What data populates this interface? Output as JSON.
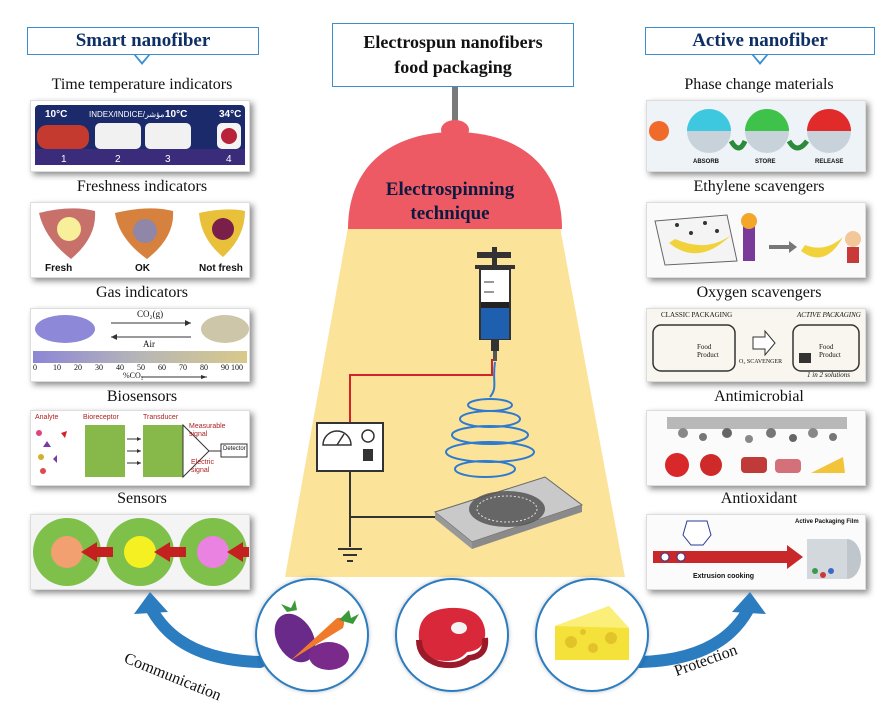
{
  "title": "Electrospun nanofibers food packaging",
  "title_line1": "Electrospun nanofibers",
  "title_line2": "food packaging",
  "lamp_line1": "Electrospinning",
  "lamp_line2": "technique",
  "left_header": "Smart nanofiber",
  "right_header": "Active nanofiber",
  "left_items": {
    "ttI": "Time temperature indicators",
    "fresh": "Freshness indicators",
    "gas": "Gas indicators",
    "bio": "Biosensors",
    "sens": "Sensors"
  },
  "right_items": {
    "pcm": "Phase change materials",
    "eth": "Ethylene scavengers",
    "oxy": "Oxygen scavengers",
    "anti": "Antimicrobial",
    "antiox": "Antioxidant"
  },
  "ttI_panel": {
    "t1": "10°C",
    "t2": "INDEX/INDICE/مؤشر",
    "t3": "10°C",
    "t4": "34°C",
    "n1": "1",
    "n2": "2",
    "n3": "3",
    "n4": "4"
  },
  "fresh_panel": {
    "a": "Fresh",
    "b": "OK",
    "c": "Not fresh"
  },
  "gas_panel": {
    "co2": "CO₂(g)",
    "air": "Air",
    "pct": "%CO₂",
    "ticks": [
      "0",
      "10",
      "20",
      "30",
      "40",
      "50",
      "60",
      "70",
      "80",
      "90",
      "100"
    ]
  },
  "bio_panel": {
    "analyte": "Analyte",
    "bioreceptor": "Bioreceptor",
    "transducer": "Transducer",
    "measurable": "Measurable signal",
    "electric": "Electric signal",
    "detector": "Detector"
  },
  "pcm_panel": {
    "a": "ABSORB",
    "b": "STORE",
    "c": "RELEASE"
  },
  "oxy_panel": {
    "classic": "CLASSIC PACKAGING",
    "active": "ACTIVE PACKAGING",
    "food": "Food Product",
    "food2": "Food Product",
    "scav": "O₂ SCAVENGER",
    "sol": "1 in 2 solutions"
  },
  "antiox_panel": {
    "film": "Active Packaging Film",
    "ext": "Extrusion cooking"
  },
  "bottom": {
    "comm": "Communication",
    "prot": "Protection"
  },
  "colors": {
    "blue": "#2c7cc0",
    "lamp": "#ee5a64",
    "beam": "#fbe39a"
  }
}
